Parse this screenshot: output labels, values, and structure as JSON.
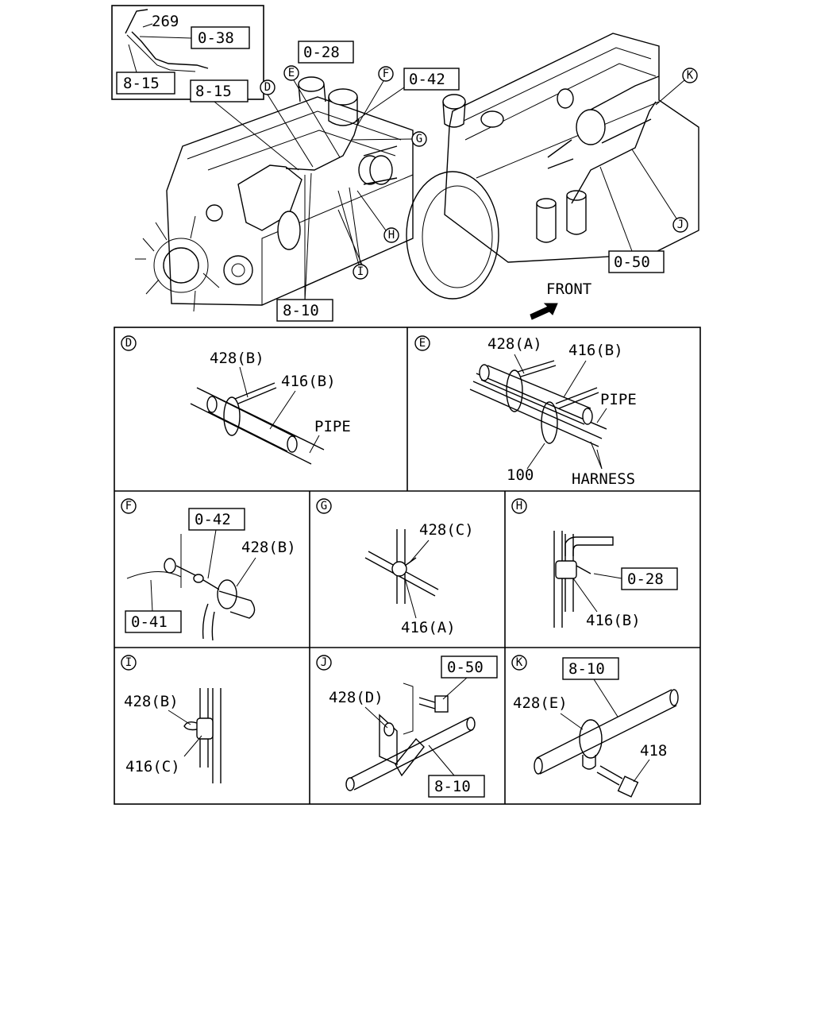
{
  "main": {
    "inset_labels": {
      "num_269": "269",
      "ref_0_38": "0-38",
      "ref_8_15": "8-15"
    },
    "refs": {
      "ref_0_28": "0-28",
      "ref_0_42": "0-42",
      "ref_8_15": "8-15",
      "ref_8_10": "8-10",
      "ref_0_50": "0-50"
    },
    "callouts": {
      "D": "D",
      "E": "E",
      "F": "F",
      "G": "G",
      "H": "H",
      "I": "I",
      "J": "J",
      "K": "K"
    },
    "front_label": "FRONT"
  },
  "details": {
    "D": {
      "id": "D",
      "clip": "428(B)",
      "hose": "416(B)",
      "pipe": "PIPE"
    },
    "E": {
      "id": "E",
      "clip": "428(A)",
      "hose": "416(B)",
      "pipe": "PIPE",
      "band": "100",
      "harness": "HARNESS"
    },
    "F": {
      "id": "F",
      "ref_top": "0-42",
      "clip": "428(B)",
      "ref_bottom": "0-41"
    },
    "G": {
      "id": "G",
      "clip": "428(C)",
      "hose": "416(A)"
    },
    "H": {
      "id": "H",
      "ref": "0-28",
      "hose": "416(B)"
    },
    "I": {
      "id": "I",
      "clip": "428(B)",
      "hose": "416(C)"
    },
    "J": {
      "id": "J",
      "ref_top": "0-50",
      "clip": "428(D)",
      "ref_bottom": "8-10"
    },
    "K": {
      "id": "K",
      "ref_top": "8-10",
      "clip": "428(E)",
      "bolt": "418"
    }
  }
}
